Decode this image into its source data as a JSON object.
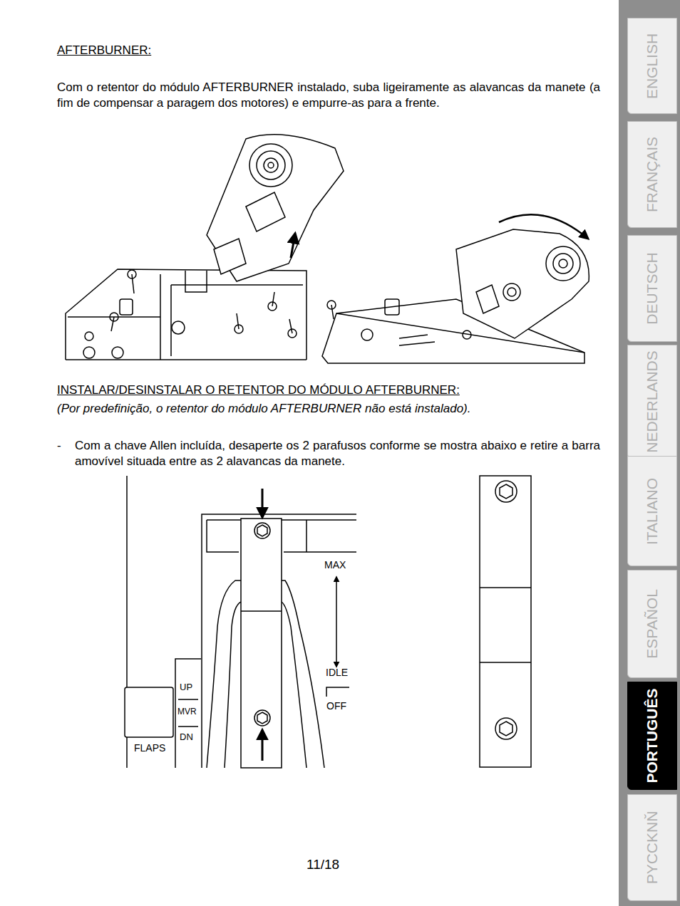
{
  "diagram": {
    "title": "AFTERBURNER:",
    "nodes": [
      {
        "text": [
          "ENGLISH"
        ]
      },
      {
        "text": [
          "FRANÇAIS"
        ]
      },
      {
        "text": [
          "DEUTSCH"
        ]
      },
      {
        "text": [
          "NEDERLANDS"
        ]
      },
      {
        "text": [
          "ITALIANO"
        ]
      },
      {
        "text": [
          "ESPAÑOL"
        ]
      },
      {
        "text": [
          "PORTUGUÊS"
        ]
      },
      {
        "text": [
          "PYCCKNŇ"
        ]
      }
    ],
    "labels": [
      "Com o retentor do módulo AFTERBURNER instalado, suba ligeiramente as alavancas da manete (a fim de compensar a paragem dos motores) e empurre-as para a frente.",
      "INSTALAR/DESINSTALAR O RETENTOR DO MÓDULO AFTERBURNER:",
      "(Por predefinição, o retentor do módulo AFTERBURNER não está instalado).",
      "-",
      "Com a chave Allen incluída, desaperte os 2 parafusos conforme se mostra abaixo e retire a barra amovível situada entre as 2 alavancas da manete.",
      "MAX",
      "IDLE",
      "OFF",
      "UP",
      "MVR",
      "DN",
      "FLAPS",
      "11/18"
    ]
  }
}
